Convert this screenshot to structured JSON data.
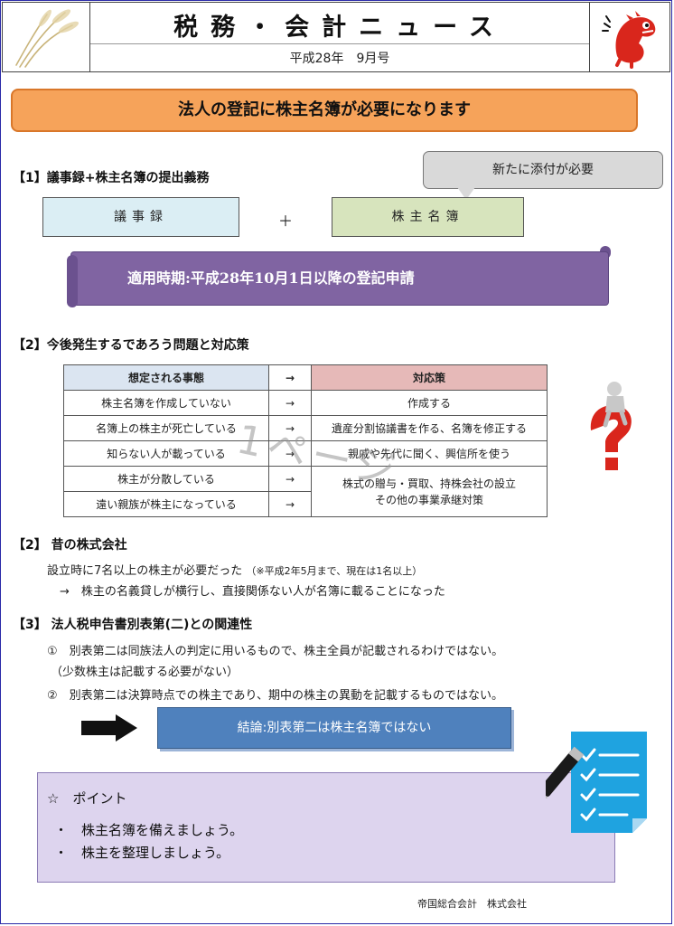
{
  "header": {
    "title": "税務・会計ニュース",
    "issue": "平成28年　9月号"
  },
  "banner": "法人の登記に株主名簿が必要になります",
  "section1": {
    "heading": "【1】議事録+株主名簿の提出義務",
    "callout": "新たに添付が必要",
    "box_minutes": "議事録",
    "plus": "＋",
    "box_register": "株主名簿",
    "scroll": "適用時期:平成28年10月1日以降の登記申請"
  },
  "section2": {
    "heading": "【2】今後発生するであろう問題と対応策",
    "table": {
      "headers": [
        "想定される事態",
        "→",
        "対応策"
      ],
      "rows": [
        [
          "株主名簿を作成していない",
          "→",
          "作成する"
        ],
        [
          "名簿上の株主が死亡している",
          "→",
          "遺産分割協議書を作る、名簿を修正する"
        ],
        [
          "知らない人が載っている",
          "→",
          "親戚や先代に聞く、興信所を使う"
        ],
        [
          "株主が分散している",
          "→"
        ],
        [
          "遠い親族が株主になっている",
          "→"
        ]
      ],
      "merged_line1": "株式の贈与・買取、持株会社の設立",
      "merged_line2": "その他の事業承継対策"
    },
    "watermark": "1ページ"
  },
  "section3": {
    "heading": "【2】 昔の株式会社",
    "line1": "設立時に7名以上の株主が必要だった",
    "line1_note": "（※平成2年5月まで、現在は1名以上）",
    "line2": "→　株主の名義貸しが横行し、直接関係ない人が名簿に載ることになった"
  },
  "section4": {
    "heading": "【3】 法人税申告書別表第(二)との関連性",
    "item1": "①　別表第二は同族法人の判定に用いるもので、株主全員が記載されるわけではない。",
    "item1_sub": "（少数株主は記載する必要がない）",
    "item2": "②　別表第二は決算時点での株主であり、期中の株主の異動を記載するものではない。",
    "conclusion": "結論:別表第二は株主名簿ではない"
  },
  "point": {
    "title": "☆　ポイント",
    "items": [
      "・　株主名簿を備えましょう。",
      "・　株主を整理しましょう。"
    ]
  },
  "footer": "帝国総合会計　株式会社",
  "colors": {
    "banner": "#f6a35a",
    "scroll": "#8064a2",
    "conclusion": "#4f81bd",
    "point_bg": "#ddd4ee"
  }
}
